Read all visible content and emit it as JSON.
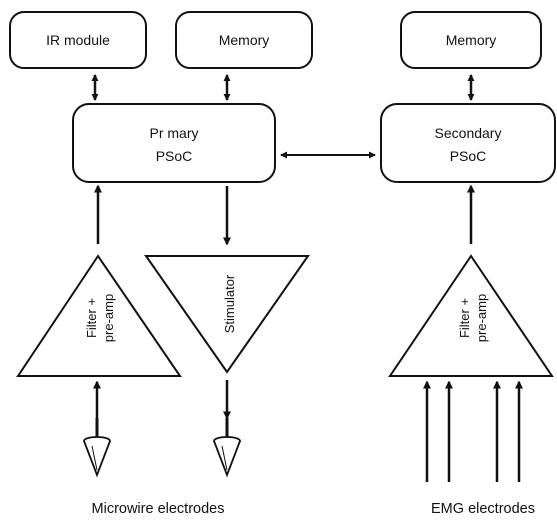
{
  "nodes": {
    "ir_module": "IR module",
    "memory_left": "Memory",
    "memory_right": "Memory",
    "primary_line1": "Pr mary",
    "primary_line2": "PSoC",
    "secondary_line1": "Secondary",
    "secondary_line2": "PSoC",
    "filter_left_line1": "Filter +",
    "filter_left_line2": "pre-amp",
    "stimulator": "Stimulator",
    "filter_right_line1": "Filter +",
    "filter_right_line2": "pre-amp"
  },
  "captions": {
    "microwire": "Microwire electrodes",
    "emg": "EMG electrodes"
  }
}
